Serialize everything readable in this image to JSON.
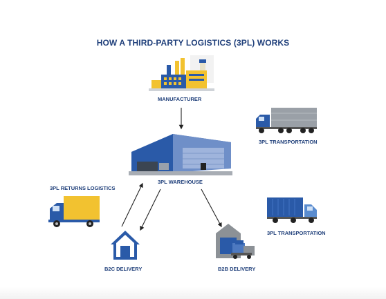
{
  "title": "HOW A THIRD-PARTY LOGISTICS (3PL) WORKS",
  "nodes": {
    "manufacturer": "MANUFACTURER",
    "warehouse": "3PL WAREHOUSE",
    "transportation_top": "3PL TRANSPORTATION",
    "transportation_right": "3PL TRANSPORTATION",
    "returns": "3PL RETURNS LOGISTICS",
    "b2c": "B2C DELIVERY",
    "b2b": "B2B DELIVERY"
  },
  "icons": [
    "factory-icon",
    "warehouse-icon",
    "semi-truck-icon",
    "container-truck-icon",
    "delivery-van-icon",
    "house-icon",
    "b2b-building-icon"
  ],
  "colors": {
    "title": "#1f3f7a",
    "primary_blue": "#2a5aa8",
    "yellow": "#f2c230",
    "grey": "#8c9196"
  }
}
